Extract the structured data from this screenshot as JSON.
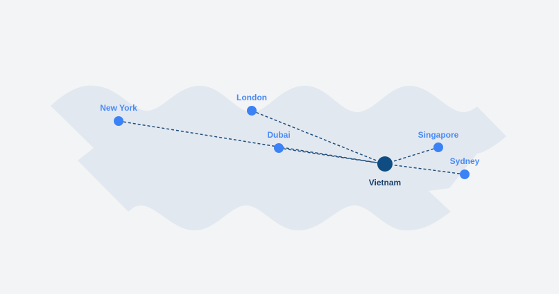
{
  "map": {
    "hub": {
      "name": "Vietnam",
      "lon": 106,
      "lat": 16
    },
    "destinations": [
      {
        "name": "New York"
      },
      {
        "name": "London"
      },
      {
        "name": "Dubai"
      },
      {
        "name": "Singapore"
      },
      {
        "name": "Sydney"
      }
    ],
    "colors": {
      "background": "#f3f4f6",
      "land": "#e2e8f0",
      "destination": "#3b82f6",
      "hub": "#0f4c81",
      "route": "#1e4d7b"
    }
  }
}
